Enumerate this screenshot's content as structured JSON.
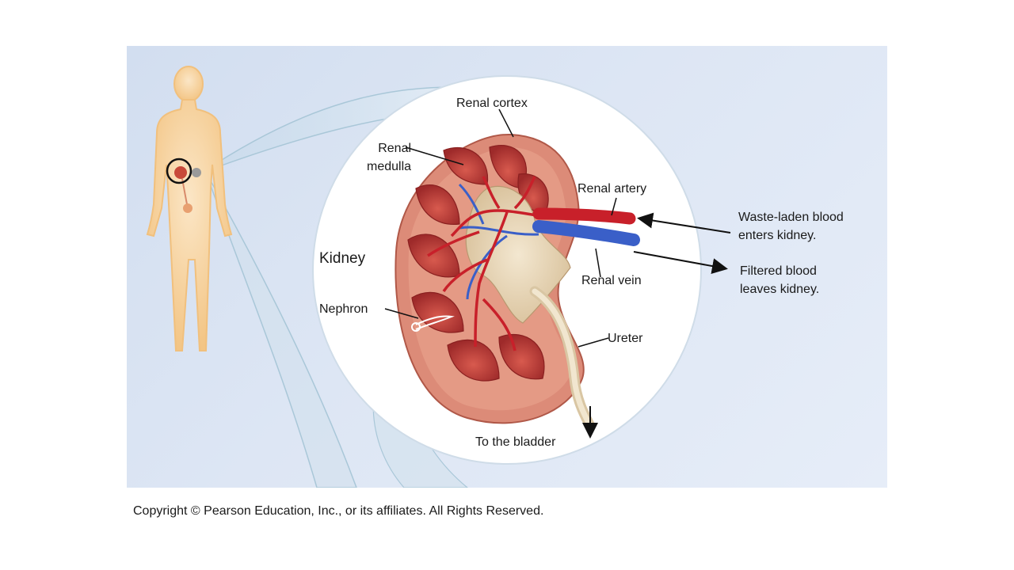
{
  "figure": {
    "labels": {
      "renal_cortex": "Renal cortex",
      "renal_medulla": "Renal\nmedulla",
      "renal_artery": "Renal artery",
      "renal_vein": "Renal vein",
      "kidney": "Kidney",
      "nephron": "Nephron",
      "ureter": "Ureter",
      "to_bladder": "To the bladder",
      "waste_blood": "Waste-laden blood\nenters kidney.",
      "filtered_blood": "Filtered blood\nleaves kidney."
    },
    "colors": {
      "artery": "#c8202a",
      "vein": "#3a5fc8",
      "cortex": "#d97a6a",
      "pyramid": "#b83a3a",
      "body": "#f6c98a",
      "background": "#d6e1f2"
    }
  },
  "footer": {
    "copyright": "Copyright © Pearson Education, Inc., or its affiliates.  All Rights Reserved."
  }
}
